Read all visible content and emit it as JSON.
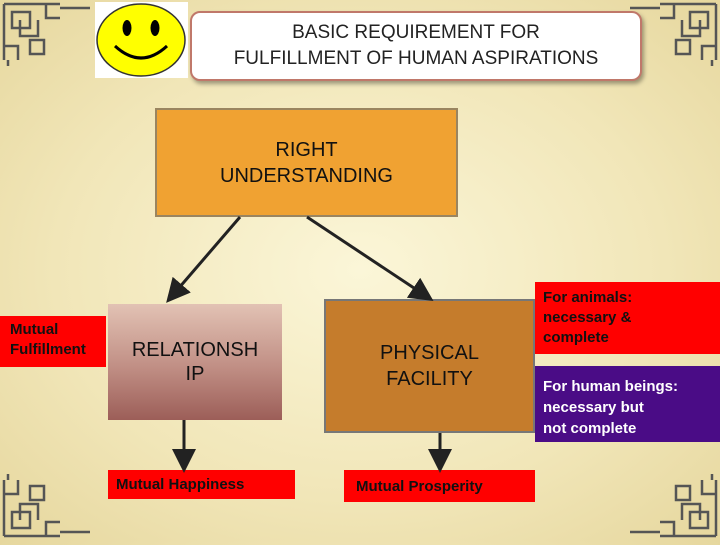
{
  "title": {
    "line1": "BASIC REQUIREMENT FOR",
    "line2": "FULFILLMENT OF HUMAN ASPIRATIONS"
  },
  "right_understanding": {
    "line1": "RIGHT",
    "line2": "UNDERSTANDING"
  },
  "relationship": {
    "line1": "RELATIONSH",
    "line2": "IP"
  },
  "physical_facility": {
    "line1": "PHYSICAL",
    "line2": "FACILITY"
  },
  "labels": {
    "mutual_fulfillment_line1": "Mutual",
    "mutual_fulfillment_line2": "Fulfillment",
    "mutual_happiness": "Mutual Happiness",
    "mutual_prosperity": "Mutual Prosperity"
  },
  "notes": {
    "animals": [
      "For animals:",
      "necessary &",
      "complete"
    ],
    "humans": [
      "For human beings:",
      "necessary but",
      "not complete"
    ]
  },
  "colors": {
    "right_understanding": "#f0a232",
    "physical_facility": "#c57c2c",
    "red_label": "#ff0000",
    "human_label": "#4a0c86",
    "smiley_face": "#ffff00"
  }
}
